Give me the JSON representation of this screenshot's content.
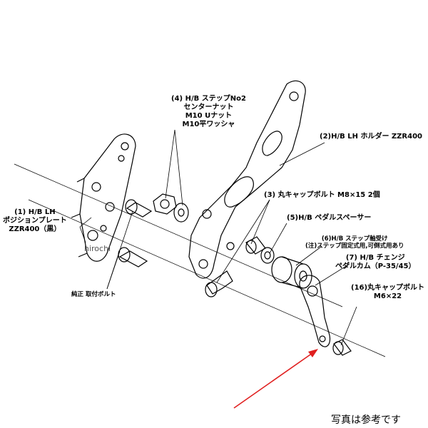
{
  "diagram": {
    "labels": {
      "center_nut": [
        "(4) H/B ステップNo2",
        "センターナット",
        "M10 Uナット",
        "M10平ワッシャ"
      ],
      "holder": "(2)H/B LH ホルダー ZZR400",
      "cap_bolt_m8": "(3) 丸キャップボルト M8×15 2個",
      "pedal_spacer": "(5)H/B ペダルスペーサー",
      "position_plate": [
        "(1) H/B LH",
        "ポジションプレート",
        "ZZR400（黒）"
      ],
      "step_shaft": [
        "(6)H/B ステップ軸受け",
        "(注)ステップ固定式用,可倒式用あり"
      ],
      "change_cam": [
        "(7) H/B チェンジ",
        "ペダルカム（P-35/45）"
      ],
      "cap_bolt_m6": [
        "(16)丸キャップボルト",
        "M6×22"
      ],
      "genuine_bolt": "純正 取付ボルト"
    },
    "watermark": "hirochi",
    "caption": "写真は参考です",
    "colors": {
      "line": "#000000",
      "arrow": "#e02020"
    }
  }
}
